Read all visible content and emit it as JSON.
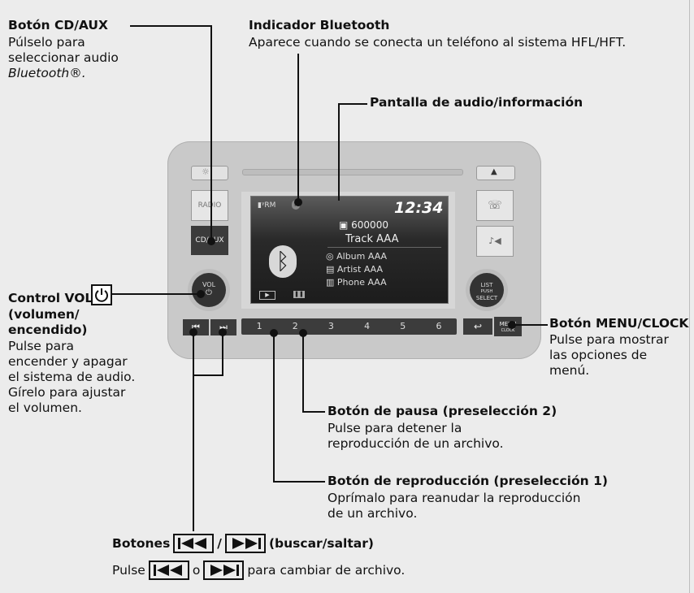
{
  "cd_aux": {
    "title": "Botón CD/AUX",
    "body_line1": "Púlselo para",
    "body_line2": "seleccionar audio",
    "body_line3": "Bluetooth®."
  },
  "bluetooth_indicator": {
    "title": "Indicador Bluetooth",
    "body": "Aparece cuando se conecta un teléfono al sistema HFL/HFT."
  },
  "display": {
    "title": "Pantalla de audio/información"
  },
  "vol": {
    "title_line1": "Control VOL/",
    "title_line2": "(volumen/",
    "title_line3": "encendido)",
    "body_line1": "Pulse para",
    "body_line2": "encender y apagar",
    "body_line3": "el sistema de audio.",
    "body_line4": "Gírelo para ajustar",
    "body_line5": "el volumen."
  },
  "menu_clock": {
    "title": "Botón MENU/CLOCK",
    "body_line1": "Pulse para mostrar",
    "body_line2": "las opciones de",
    "body_line3": "menú."
  },
  "pause": {
    "title": "Botón de pausa (preselección 2)",
    "body_line1": "Pulse para detener la",
    "body_line2": "reproducción de un archivo."
  },
  "play": {
    "title": "Botón de reproducción (preselección 1)",
    "body_line1": "Oprímalo para reanudar la reproducción",
    "body_line2": "de un archivo."
  },
  "skip": {
    "title_prefix": "Botones",
    "title_sep": "/",
    "title_suffix": "(buscar/saltar)",
    "body_prefix": "Pulse",
    "body_mid": "o",
    "body_suffix": "para cambiar de archivo."
  },
  "device": {
    "radio_label": "RADIO",
    "cdaux_label": "CD/AUX",
    "vol_label": "VOL",
    "list_label1": "LIST",
    "list_label2": "PUSH",
    "list_label3": "SELECT",
    "menu_label1": "MENU",
    "menu_label2": "CLOCK",
    "presets": [
      "1",
      "2",
      "3",
      "4",
      "5",
      "6"
    ],
    "screen": {
      "status": "RM",
      "time": "12:34",
      "track_number": "600000",
      "track": "Track AAA",
      "album": "Album AAA",
      "artist": "Artist AAA",
      "phone": "Phone AAA"
    }
  }
}
